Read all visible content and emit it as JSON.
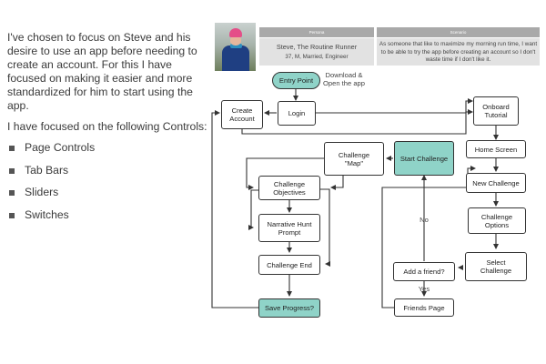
{
  "intro": {
    "paragraph1": "I've chosen to focus on Steve and his desire to use an app before needing to create an account. For this I have focused on making it easier and more standardized for him to start using the app.",
    "paragraph2": "I have focused on the following Controls:",
    "controls": [
      "Page Controls",
      "Tab Bars",
      "Sliders",
      "Switches"
    ]
  },
  "persona": {
    "header": "Persona",
    "name": "Steve, The Routine Runner",
    "details": "37, M, Married, Engineer"
  },
  "scenario": {
    "header": "Scenario",
    "text": "As someone that like to maximize my morning run time, I want to be able to try the app before creating an account so I don't waste time if I don't like it."
  },
  "flow": {
    "entry_point": "Entry Point",
    "download_note": "Download &\nOpen the app",
    "create_account": "Create\nAccount",
    "login": "Login",
    "onboard_tutorial": "Onboard\nTutorial",
    "home_screen": "Home Screen",
    "new_challenge": "New Challenge",
    "challenge_options": "Challenge\nOptions",
    "select_challenge": "Select\nChallenge",
    "add_friend": "Add a friend?",
    "friends_page": "Friends Page",
    "start_challenge": "Start Challenge",
    "challenge_map": "Challenge\n\"Map\"",
    "challenge_objectives": "Challenge\nObjectives",
    "narrative_hunt_prompt": "Narrative Hunt\nPrompt",
    "challenge_end": "Challenge End",
    "save_progress": "Save Progress?",
    "no_label": "No",
    "yes_label": "Yes"
  }
}
